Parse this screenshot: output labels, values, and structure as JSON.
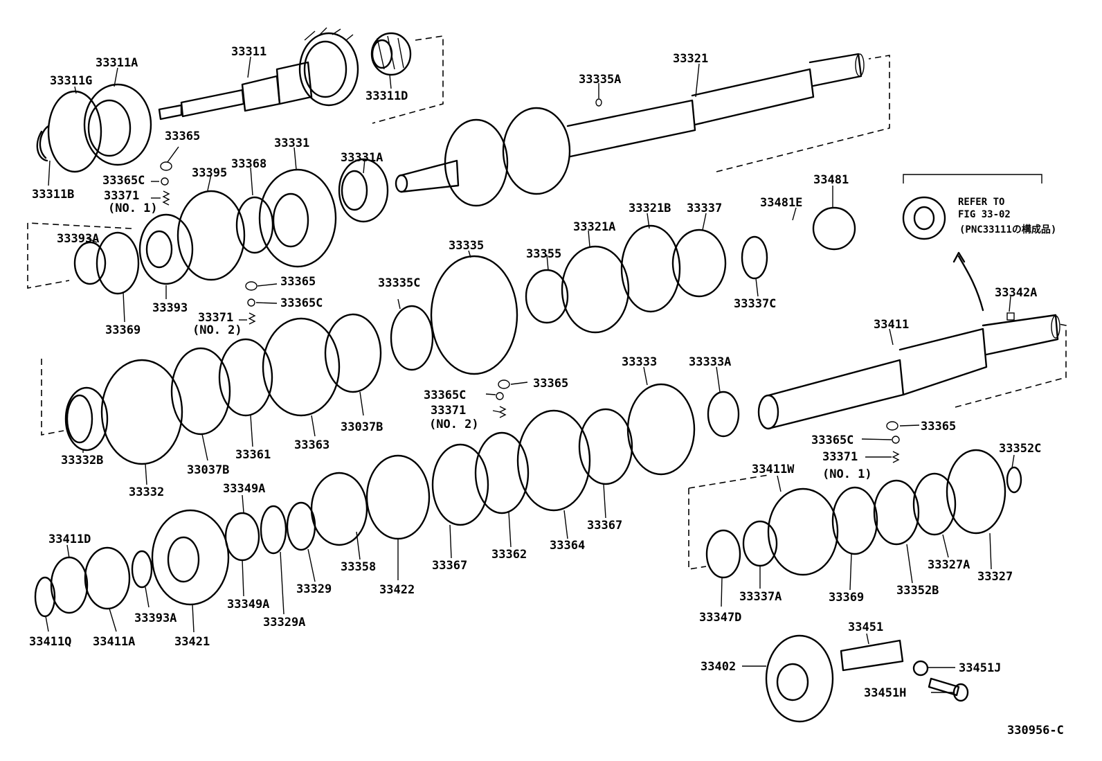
{
  "parts": [
    "33311",
    "33311A",
    "33311G",
    "33311B",
    "33311D",
    "33321",
    "33335A",
    "33365",
    "33365C",
    "33371",
    "(NO. 1)",
    "33395",
    "33368",
    "33331",
    "33331A",
    "33393A",
    "33393",
    "33369",
    "33365",
    "33365C",
    "33371",
    "(NO. 2)",
    "33335",
    "33335C",
    "33355",
    "33321A",
    "33321B",
    "33337",
    "33481E",
    "33481",
    "33337C",
    "33342A",
    "33411",
    "33332B",
    "33332",
    "33037B",
    "33361",
    "33363",
    "33037B",
    "33333",
    "33333A",
    "33365",
    "33365C",
    "33371",
    "(NO. 2)",
    "33365",
    "33365C",
    "33371",
    "(NO. 1)",
    "33411W",
    "33352C",
    "33349A",
    "33411D",
    "33393A",
    "33421",
    "33349A",
    "33329A",
    "33329",
    "33358",
    "33422",
    "33367",
    "33362",
    "33364",
    "33367",
    "33347D",
    "33337A",
    "33369",
    "33352B",
    "33327A",
    "33327",
    "33451",
    "33402",
    "33451J",
    "33451H",
    "33411Q",
    "33411A"
  ],
  "note": {
    "line1": "REFER TO",
    "line2": "FIG 33-02",
    "line3": "(PNC33111の構成品)"
  },
  "figure_id": "330956-C"
}
